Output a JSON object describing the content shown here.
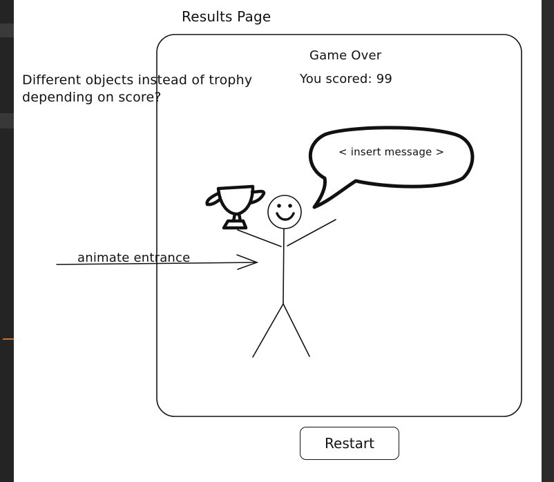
{
  "title": "Results Page",
  "notes": {
    "line1": "Different objects instead of trophy",
    "line2": "depending on score?"
  },
  "results_card": {
    "heading": "Game Over",
    "score_text": "You scored: 99",
    "speech_bubble_text": "< insert message >"
  },
  "annotation": {
    "entrance_label": "animate entrance"
  },
  "restart_button": {
    "label": "Restart"
  },
  "icons": {
    "trophy": "trophy-icon",
    "stick_figure": "stick-figure-icon",
    "arrow": "arrow-right-icon"
  }
}
